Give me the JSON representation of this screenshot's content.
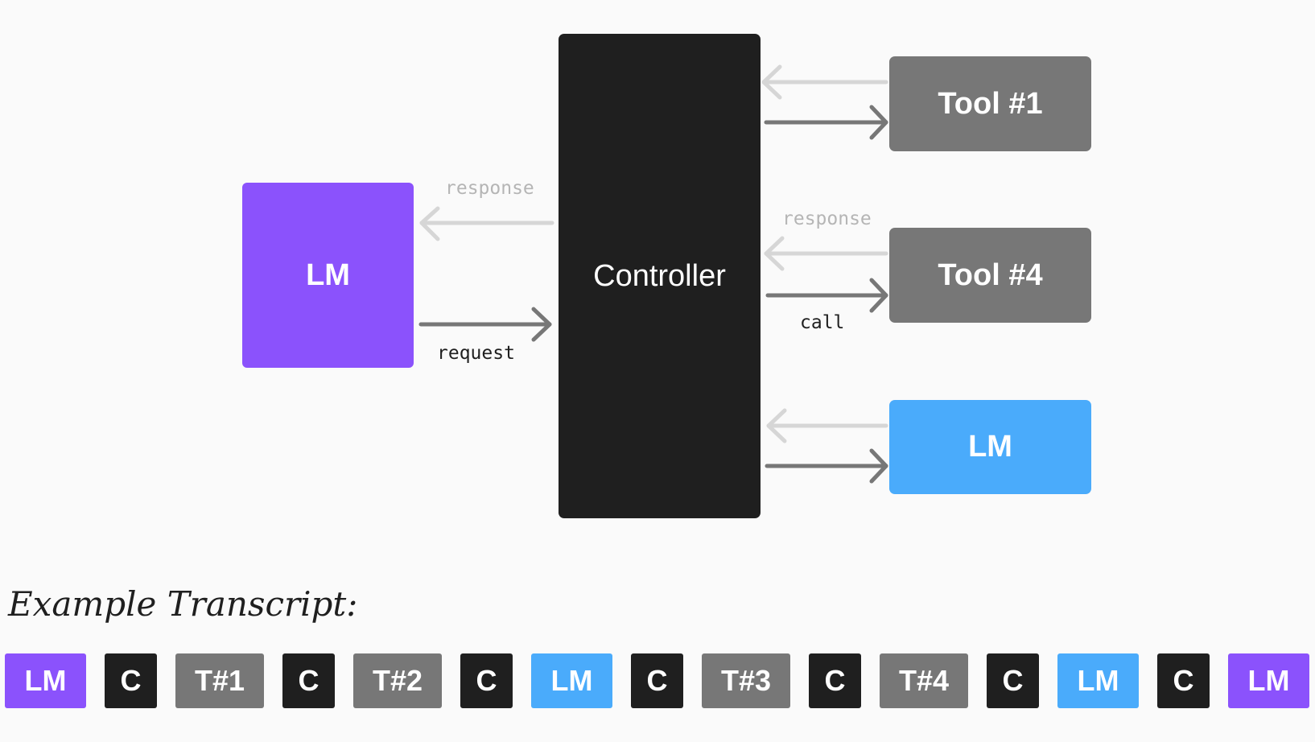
{
  "nodes": {
    "lm_main": "LM",
    "controller": "Controller",
    "tool1": "Tool #1",
    "tool4": "Tool #4",
    "lm_sub": "LM"
  },
  "labels": {
    "response_left": "response",
    "request": "request",
    "response_right": "response",
    "call": "call"
  },
  "colors": {
    "lm": "#8b52fc",
    "controller": "#1f1f1f",
    "tool": "#777777",
    "lm_secondary": "#4aabfb",
    "arrow_response": "#d6d6d6",
    "arrow_request": "#777777"
  },
  "transcript": {
    "title": "Example Transcript:",
    "items": [
      {
        "label": "LM",
        "kind": "lm"
      },
      {
        "label": "C",
        "kind": "controller"
      },
      {
        "label": "T#1",
        "kind": "tool"
      },
      {
        "label": "C",
        "kind": "controller"
      },
      {
        "label": "T#2",
        "kind": "tool"
      },
      {
        "label": "C",
        "kind": "controller"
      },
      {
        "label": "LM",
        "kind": "lm_secondary"
      },
      {
        "label": "C",
        "kind": "controller"
      },
      {
        "label": "T#3",
        "kind": "tool"
      },
      {
        "label": "C",
        "kind": "controller"
      },
      {
        "label": "T#4",
        "kind": "tool"
      },
      {
        "label": "C",
        "kind": "controller"
      },
      {
        "label": "LM",
        "kind": "lm_secondary"
      },
      {
        "label": "C",
        "kind": "controller"
      },
      {
        "label": "LM",
        "kind": "lm"
      }
    ]
  }
}
